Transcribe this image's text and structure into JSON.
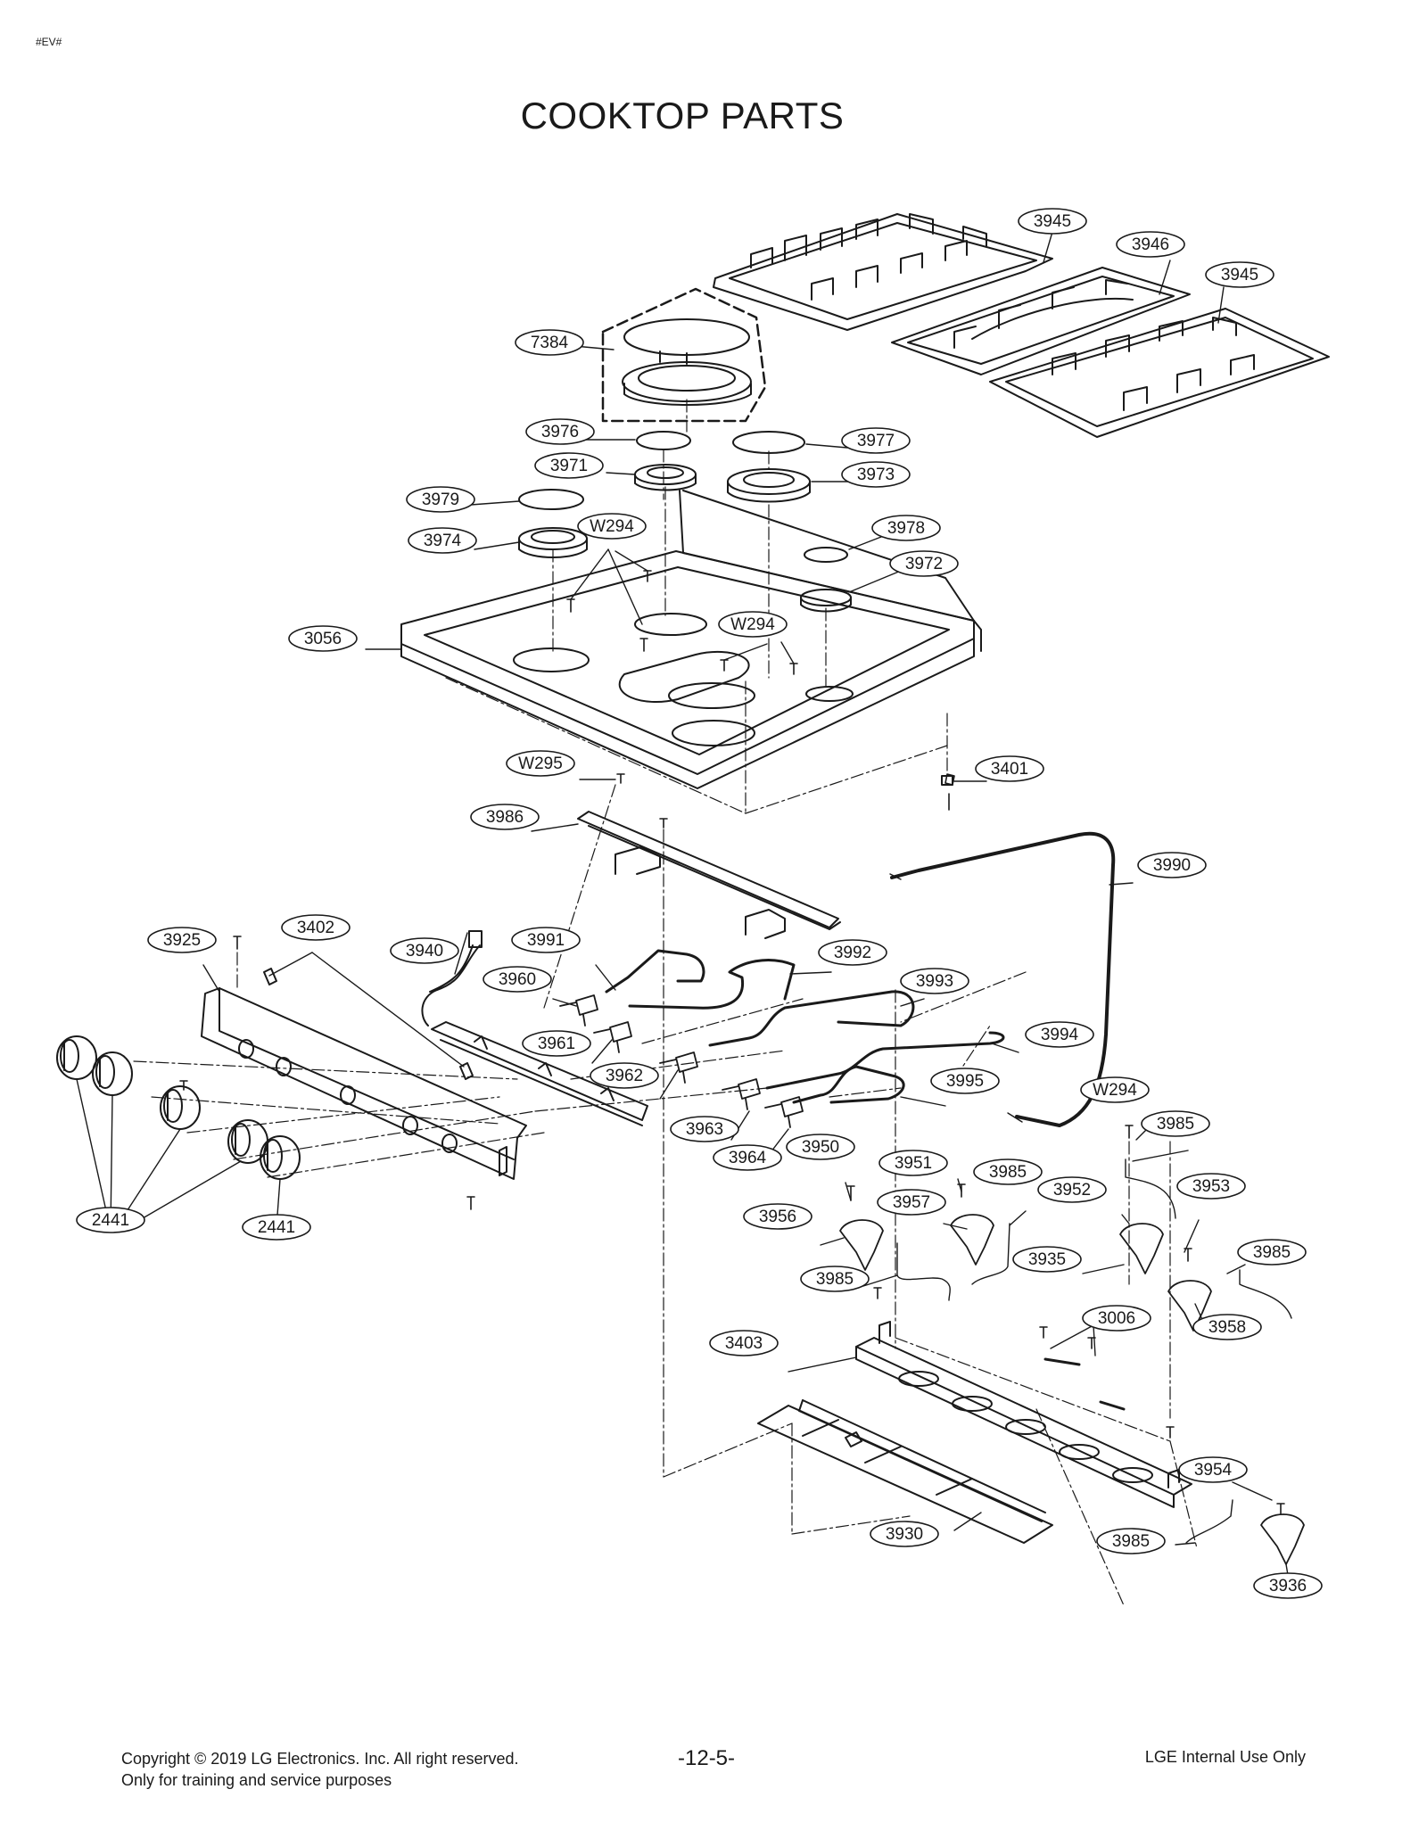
{
  "header": {
    "tag": "#EV#",
    "title": "COOKTOP PARTS"
  },
  "callouts": [
    {
      "id": "c-3945a",
      "label": "3945"
    },
    {
      "id": "c-3946",
      "label": "3946"
    },
    {
      "id": "c-3945b",
      "label": "3945"
    },
    {
      "id": "c-7384",
      "label": "7384"
    },
    {
      "id": "c-3976",
      "label": "3976"
    },
    {
      "id": "c-3977",
      "label": "3977"
    },
    {
      "id": "c-3971",
      "label": "3971"
    },
    {
      "id": "c-3973",
      "label": "3973"
    },
    {
      "id": "c-3979",
      "label": "3979"
    },
    {
      "id": "c-w294a",
      "label": "W294"
    },
    {
      "id": "c-3974",
      "label": "3974"
    },
    {
      "id": "c-3978",
      "label": "3978"
    },
    {
      "id": "c-3972",
      "label": "3972"
    },
    {
      "id": "c-3056",
      "label": "3056"
    },
    {
      "id": "c-w294b",
      "label": "W294"
    },
    {
      "id": "c-w295",
      "label": "W295"
    },
    {
      "id": "c-3401",
      "label": "3401"
    },
    {
      "id": "c-3986",
      "label": "3986"
    },
    {
      "id": "c-3990",
      "label": "3990"
    },
    {
      "id": "c-3925",
      "label": "3925"
    },
    {
      "id": "c-3402",
      "label": "3402"
    },
    {
      "id": "c-3940",
      "label": "3940"
    },
    {
      "id": "c-3991",
      "label": "3991"
    },
    {
      "id": "c-3992",
      "label": "3992"
    },
    {
      "id": "c-3960",
      "label": "3960"
    },
    {
      "id": "c-3993",
      "label": "3993"
    },
    {
      "id": "c-3994",
      "label": "3994"
    },
    {
      "id": "c-3961",
      "label": "3961"
    },
    {
      "id": "c-3962",
      "label": "3962"
    },
    {
      "id": "c-3995",
      "label": "3995"
    },
    {
      "id": "c-w294c",
      "label": "W294"
    },
    {
      "id": "c-3985a",
      "label": "3985"
    },
    {
      "id": "c-3963",
      "label": "3963"
    },
    {
      "id": "c-3964",
      "label": "3964"
    },
    {
      "id": "c-3950",
      "label": "3950"
    },
    {
      "id": "c-3951",
      "label": "3951"
    },
    {
      "id": "c-3985b",
      "label": "3985"
    },
    {
      "id": "c-3952",
      "label": "3952"
    },
    {
      "id": "c-3953",
      "label": "3953"
    },
    {
      "id": "c-3957",
      "label": "3957"
    },
    {
      "id": "c-3956",
      "label": "3956"
    },
    {
      "id": "c-2441a",
      "label": "2441"
    },
    {
      "id": "c-2441b",
      "label": "2441"
    },
    {
      "id": "c-3935",
      "label": "3935"
    },
    {
      "id": "c-3985c",
      "label": "3985"
    },
    {
      "id": "c-3985d",
      "label": "3985"
    },
    {
      "id": "c-3006",
      "label": "3006"
    },
    {
      "id": "c-3958",
      "label": "3958"
    },
    {
      "id": "c-3403",
      "label": "3403"
    },
    {
      "id": "c-3954",
      "label": "3954"
    },
    {
      "id": "c-3930",
      "label": "3930"
    },
    {
      "id": "c-3985e",
      "label": "3985"
    },
    {
      "id": "c-3936",
      "label": "3936"
    }
  ],
  "footer": {
    "copyright": "Copyright © 2019 LG Electronics. Inc. All right reserved.",
    "training": "Only for training and service purposes",
    "page_number": "-12-5-",
    "internal": "LGE Internal Use Only"
  },
  "colors": {
    "ink": "#1a1a1a",
    "background": "#ffffff"
  }
}
